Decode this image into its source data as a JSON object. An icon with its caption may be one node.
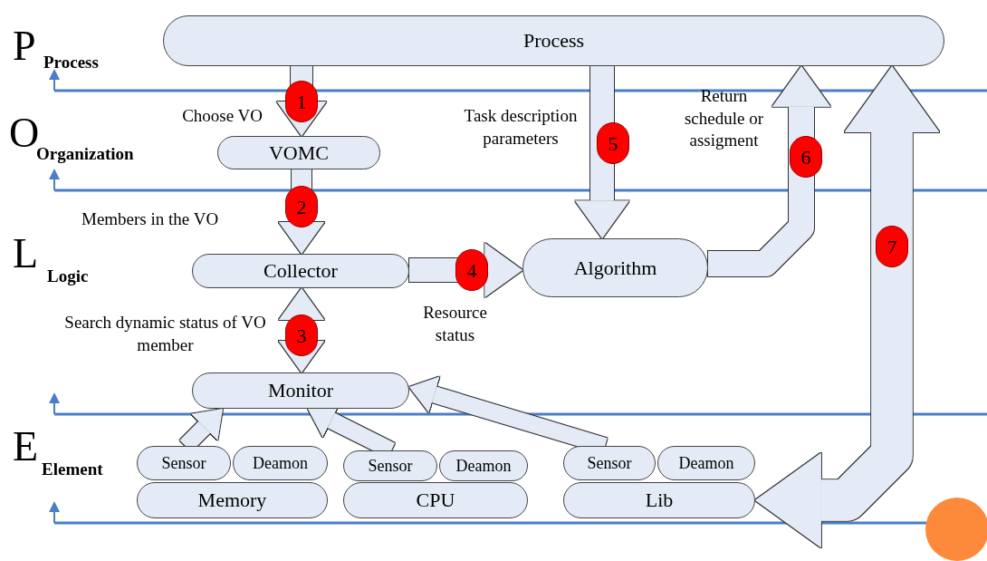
{
  "diagram": {
    "nodes": [
      {
        "text": [
          "Process"
        ]
      },
      {
        "text": [
          "VOMC"
        ]
      },
      {
        "text": [
          "Collector"
        ]
      },
      {
        "text": [
          "Algorithm"
        ]
      },
      {
        "text": [
          "Monitor"
        ]
      },
      {
        "text": [
          "Sensor"
        ]
      },
      {
        "text": [
          "Deamon"
        ]
      },
      {
        "text": [
          "Memory"
        ]
      },
      {
        "text": [
          "Sensor"
        ]
      },
      {
        "text": [
          "Deamon"
        ]
      },
      {
        "text": [
          "CPU"
        ]
      },
      {
        "text": [
          "Sensor"
        ]
      },
      {
        "text": [
          "Deamon"
        ]
      },
      {
        "text": [
          "Lib"
        ]
      }
    ],
    "edges": [
      {
        "from": 0,
        "to": 1,
        "arrow": "to",
        "label": "1"
      },
      {
        "from": 1,
        "to": 2,
        "arrow": "to",
        "label": "2"
      },
      {
        "from": 2,
        "to": 4,
        "arrow": "both",
        "label": "3"
      },
      {
        "from": 2,
        "to": 3,
        "arrow": "to",
        "label": "4"
      },
      {
        "from": 0,
        "to": 3,
        "arrow": "to",
        "label": "5"
      },
      {
        "from": 3,
        "to": 0,
        "arrow": "to",
        "label": "6"
      },
      {
        "from": 13,
        "to": 0,
        "arrow": "both",
        "label": "7",
        "style": "thick"
      },
      {
        "from": 5,
        "to": 4,
        "arrow": "to"
      },
      {
        "from": 8,
        "to": 4,
        "arrow": "to"
      },
      {
        "from": 11,
        "to": 4,
        "arrow": "to"
      }
    ],
    "labels": [
      "P",
      "Process",
      "Choose VO",
      "Task description parameters",
      "Return schedule or assigment",
      "O",
      "Organization",
      "Members in the VO",
      "L",
      "Logic",
      "Search dynamic status of VO member",
      "Resource status",
      "E",
      "Element"
    ]
  }
}
